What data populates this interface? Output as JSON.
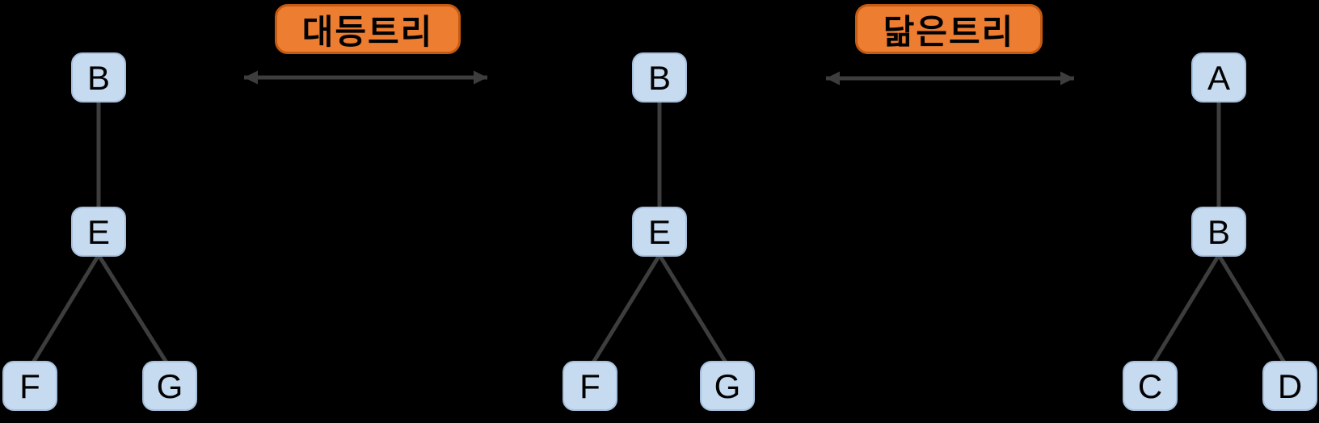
{
  "colors": {
    "background": "#000000",
    "node_fill": "#c6daf0",
    "node_border": "#a6c0dd",
    "edge_color": "#3d3d3d",
    "label_fill": "#ed7d31",
    "label_border": "#c55a11",
    "text_color": "#000000"
  },
  "relations": [
    {
      "label": "대등트리",
      "between": [
        "left-tree",
        "middle-tree"
      ]
    },
    {
      "label": "닮은트리",
      "between": [
        "middle-tree",
        "right-tree"
      ]
    }
  ],
  "trees": [
    {
      "name": "left-tree",
      "nodes": {
        "root": "B",
        "middle": "E",
        "leaf_left": "F",
        "leaf_right": "G"
      },
      "edges": [
        [
          "B",
          "E"
        ],
        [
          "E",
          "F"
        ],
        [
          "E",
          "G"
        ]
      ]
    },
    {
      "name": "middle-tree",
      "nodes": {
        "root": "B",
        "middle": "E",
        "leaf_left": "F",
        "leaf_right": "G"
      },
      "edges": [
        [
          "B",
          "E"
        ],
        [
          "E",
          "F"
        ],
        [
          "E",
          "G"
        ]
      ]
    },
    {
      "name": "right-tree",
      "nodes": {
        "root": "A",
        "middle": "B",
        "leaf_left": "C",
        "leaf_right": "D"
      },
      "edges": [
        [
          "A",
          "B"
        ],
        [
          "B",
          "C"
        ],
        [
          "B",
          "D"
        ]
      ]
    }
  ]
}
